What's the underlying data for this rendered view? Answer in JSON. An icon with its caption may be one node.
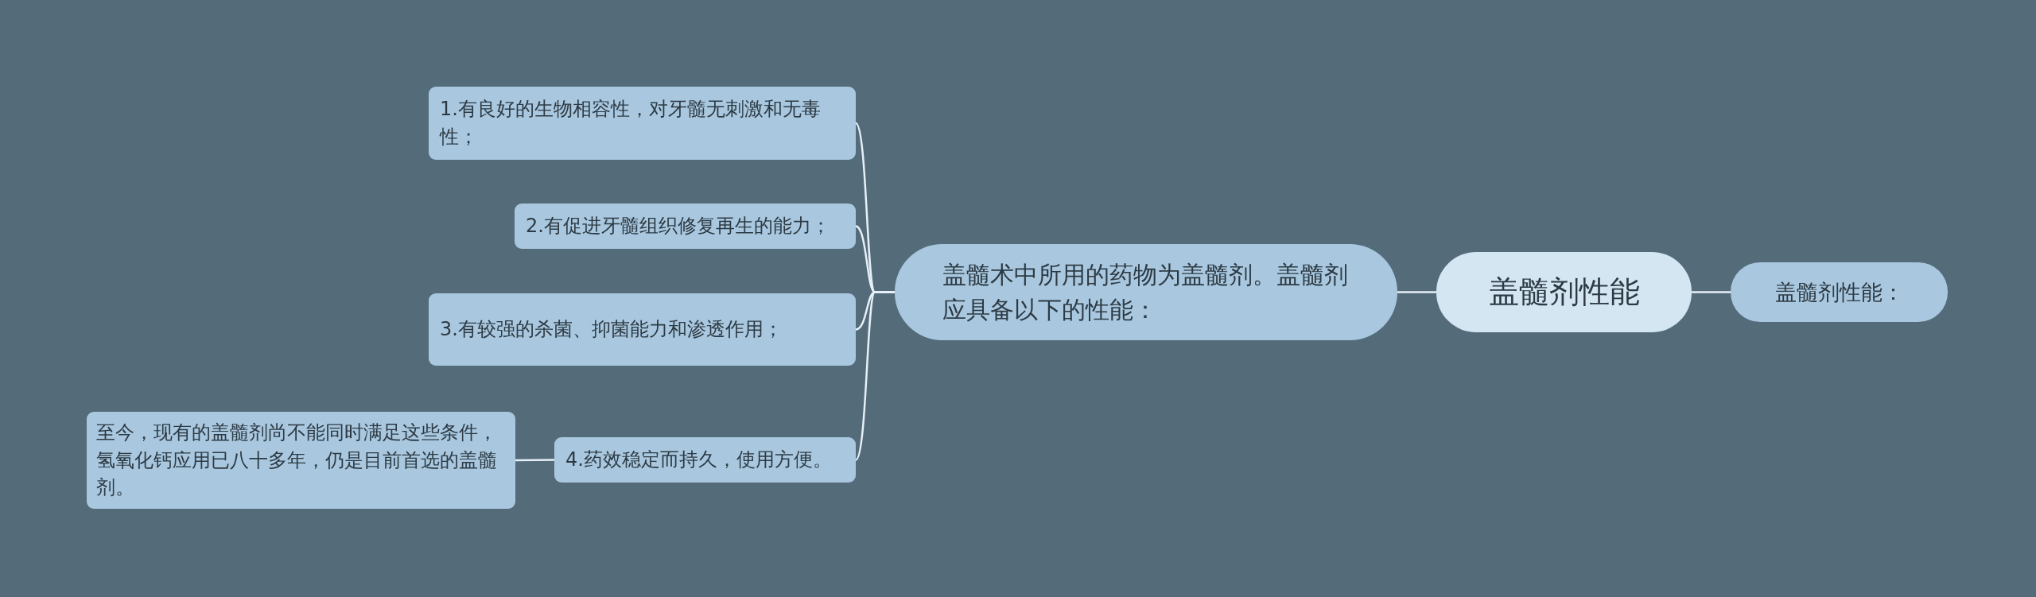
{
  "diagram": {
    "nodes": [
      {
        "text": [
          "盖髓剂性能"
        ]
      },
      {
        "text": [
          "盖髓剂性能："
        ]
      },
      {
        "text": [
          "盖髓术中所用的药物为盖髓剂。盖髓剂应具备以下的性能："
        ]
      },
      {
        "text": [
          "1.有良好的生物相容性，对牙髓无刺激和无毒性；"
        ]
      },
      {
        "text": [
          "2.有促进牙髓组织修复再生的能力；"
        ]
      },
      {
        "text": [
          "3.有较强的杀菌、抑菌能力和渗透作用；"
        ]
      },
      {
        "text": [
          "4.药效稳定而持久，使用方便。"
        ]
      },
      {
        "text": [
          "至今，现有的盖髓剂尚不能同时满足这些条件，氢氧化钙应用已八十多年，仍是目前首选的盖髓剂。"
        ]
      }
    ],
    "edges": [
      {
        "from": 0,
        "to": 1,
        "arrow": "none"
      },
      {
        "from": 0,
        "to": 2,
        "arrow": "none"
      },
      {
        "from": 2,
        "to": 3,
        "arrow": "none"
      },
      {
        "from": 2,
        "to": 4,
        "arrow": "none"
      },
      {
        "from": 2,
        "to": 5,
        "arrow": "none"
      },
      {
        "from": 2,
        "to": 6,
        "arrow": "none"
      },
      {
        "from": 6,
        "to": 7,
        "arrow": "none"
      }
    ]
  }
}
